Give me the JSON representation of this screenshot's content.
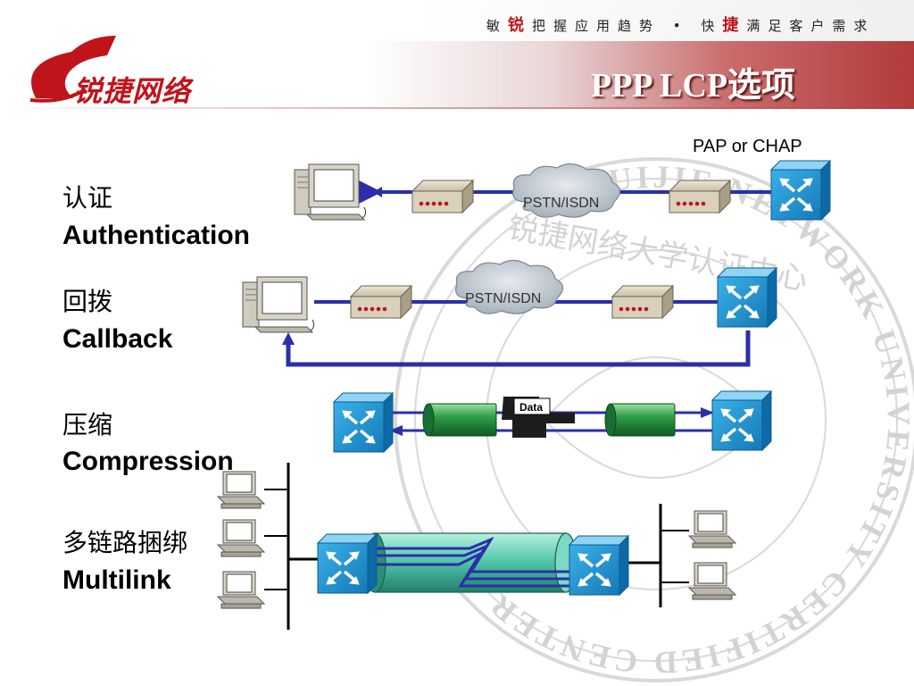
{
  "header": {
    "slogan_parts": [
      "敏",
      "锐",
      "把握应用趋势 • 快",
      "捷",
      "满足客户需求"
    ],
    "logo_text": "锐捷网络",
    "title": "PPP LCP选项",
    "brand_color": "#c0141c"
  },
  "watermark": {
    "text_outer": "RUIJIE NETWORK UNIVERSITY CERTIFIED CENTER",
    "text_inner": "锐捷网络大学认证中心"
  },
  "options": [
    {
      "cn": "认证",
      "en": "Authentication"
    },
    {
      "cn": "回拨",
      "en": "Callback"
    },
    {
      "cn": "压缩",
      "en": "Compression"
    },
    {
      "cn": "多链路捆绑",
      "en": "Multilink"
    }
  ],
  "diagram": {
    "auth_label": "PAP or CHAP",
    "cloud_label_1": "PSTN/ISDN",
    "cloud_label_2": "PSTN/ISDN",
    "data_label": "Data",
    "icons": [
      "workstation-icon",
      "modem-icon",
      "cloud-icon",
      "router-icon",
      "pc-icon",
      "tunnel-icon"
    ]
  }
}
